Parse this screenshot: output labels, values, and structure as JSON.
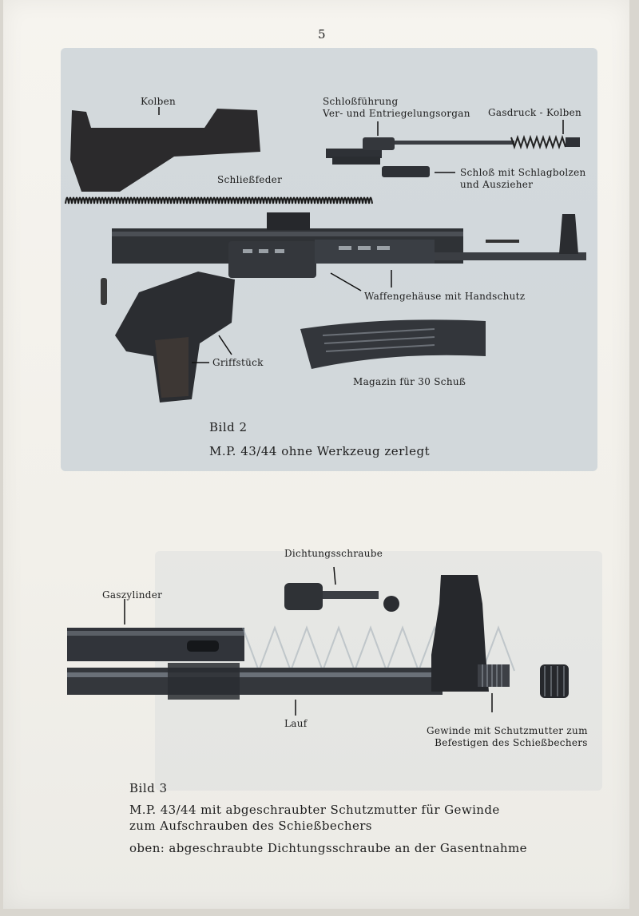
{
  "page_number": "5",
  "figure2": {
    "parts": {
      "kolben": "Kolben",
      "schlossfuehrung_line1": "Schloßführung",
      "schlossfuehrung_line2": "Ver- und Entriegelungsorgan",
      "gasdruck_kolben": "Gasdruck - Kolben",
      "schliessfeder": "Schließfeder",
      "schloss_line1": "Schloß mit Schlagbolzen",
      "schloss_line2": "und Auszieher",
      "waffengehaeuse": "Waffengehäuse mit Handschutz",
      "griffstueck": "Griffstück",
      "magazin": "Magazin für 30 Schuß"
    },
    "label": "Bild 2",
    "caption": "M.P. 43/44 ohne Werkzeug zerlegt"
  },
  "figure3": {
    "parts": {
      "dichtungsschraube": "Dichtungsschraube",
      "gaszylinder": "Gaszylinder",
      "lauf": "Lauf",
      "gewinde_line1": "Gewinde mit Schutzmutter zum",
      "gewinde_line2": "Befestigen des Schießbechers"
    },
    "label": "Bild 3",
    "caption_line1": "M.P. 43/44 mit abgeschraubter Schutzmutter für Gewinde",
    "caption_line2": "zum Aufschrauben des Schießbechers",
    "caption_line3": "oben: abgeschraubte Dichtungsschraube an der Gasentnahme"
  },
  "colors": {
    "paper": "#f4f2ed",
    "bleed_through": "#b7c3ce",
    "ink": "#1d1d1d",
    "metal": "#2e3136"
  }
}
